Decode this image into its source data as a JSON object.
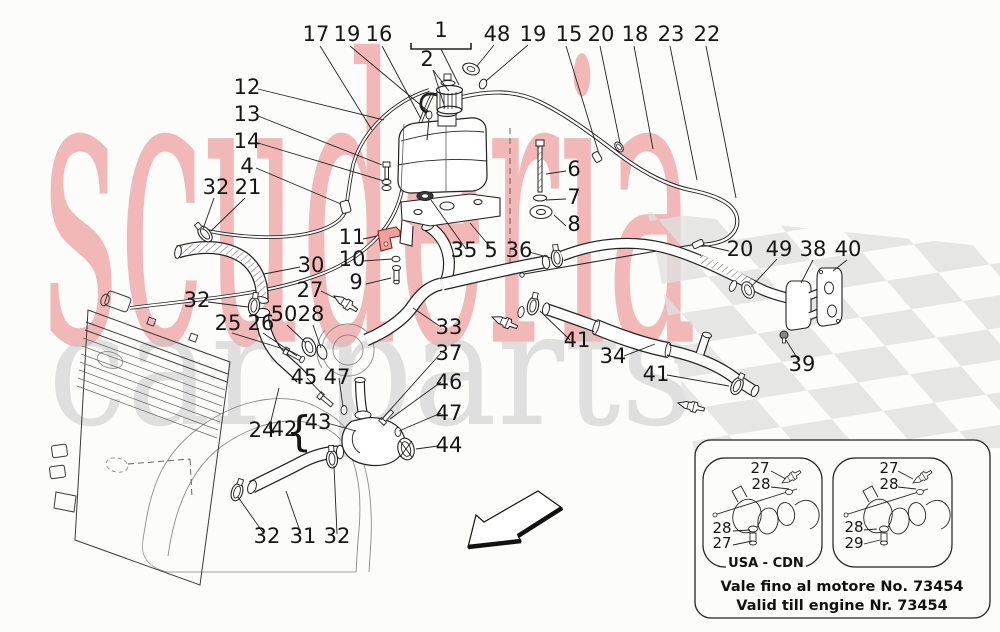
{
  "diagram_title": "nourice system (cooling expansion tank) parts diagram",
  "watermark": {
    "brand_word": "scuderia",
    "suffix_word": "car parts",
    "brand_color": "#e25d5d",
    "suffix_color": "#c9c9c9",
    "flag_color": "#e0e0e0"
  },
  "highlight": {
    "part_color": "#f2a09c",
    "part_outline": "#7a241c",
    "highlighted_part": "11"
  },
  "brace": "{",
  "callouts": [
    "17",
    "19",
    "16",
    "1",
    "2",
    "48",
    "19",
    "15",
    "20",
    "18",
    "23",
    "22",
    "12",
    "13",
    "14",
    "4",
    "32",
    "21",
    "30",
    "32",
    "25",
    "26",
    "27",
    "50",
    "28",
    "11",
    "10",
    "9",
    "35",
    "5",
    "36",
    "6",
    "7",
    "8",
    "20",
    "49",
    "38",
    "40",
    "39",
    "41",
    "34",
    "41",
    "33",
    "37",
    "46",
    "47",
    "45",
    "47",
    "24",
    "42",
    "43",
    "44",
    "32",
    "31",
    "32",
    "27",
    "28",
    "28",
    "27",
    "27",
    "28",
    "28",
    "29"
  ],
  "inset": {
    "region_label": "USA - CDN",
    "note_line1": "Vale fino al motore No. 73454",
    "note_line2": "Valid till engine Nr. 73454"
  }
}
